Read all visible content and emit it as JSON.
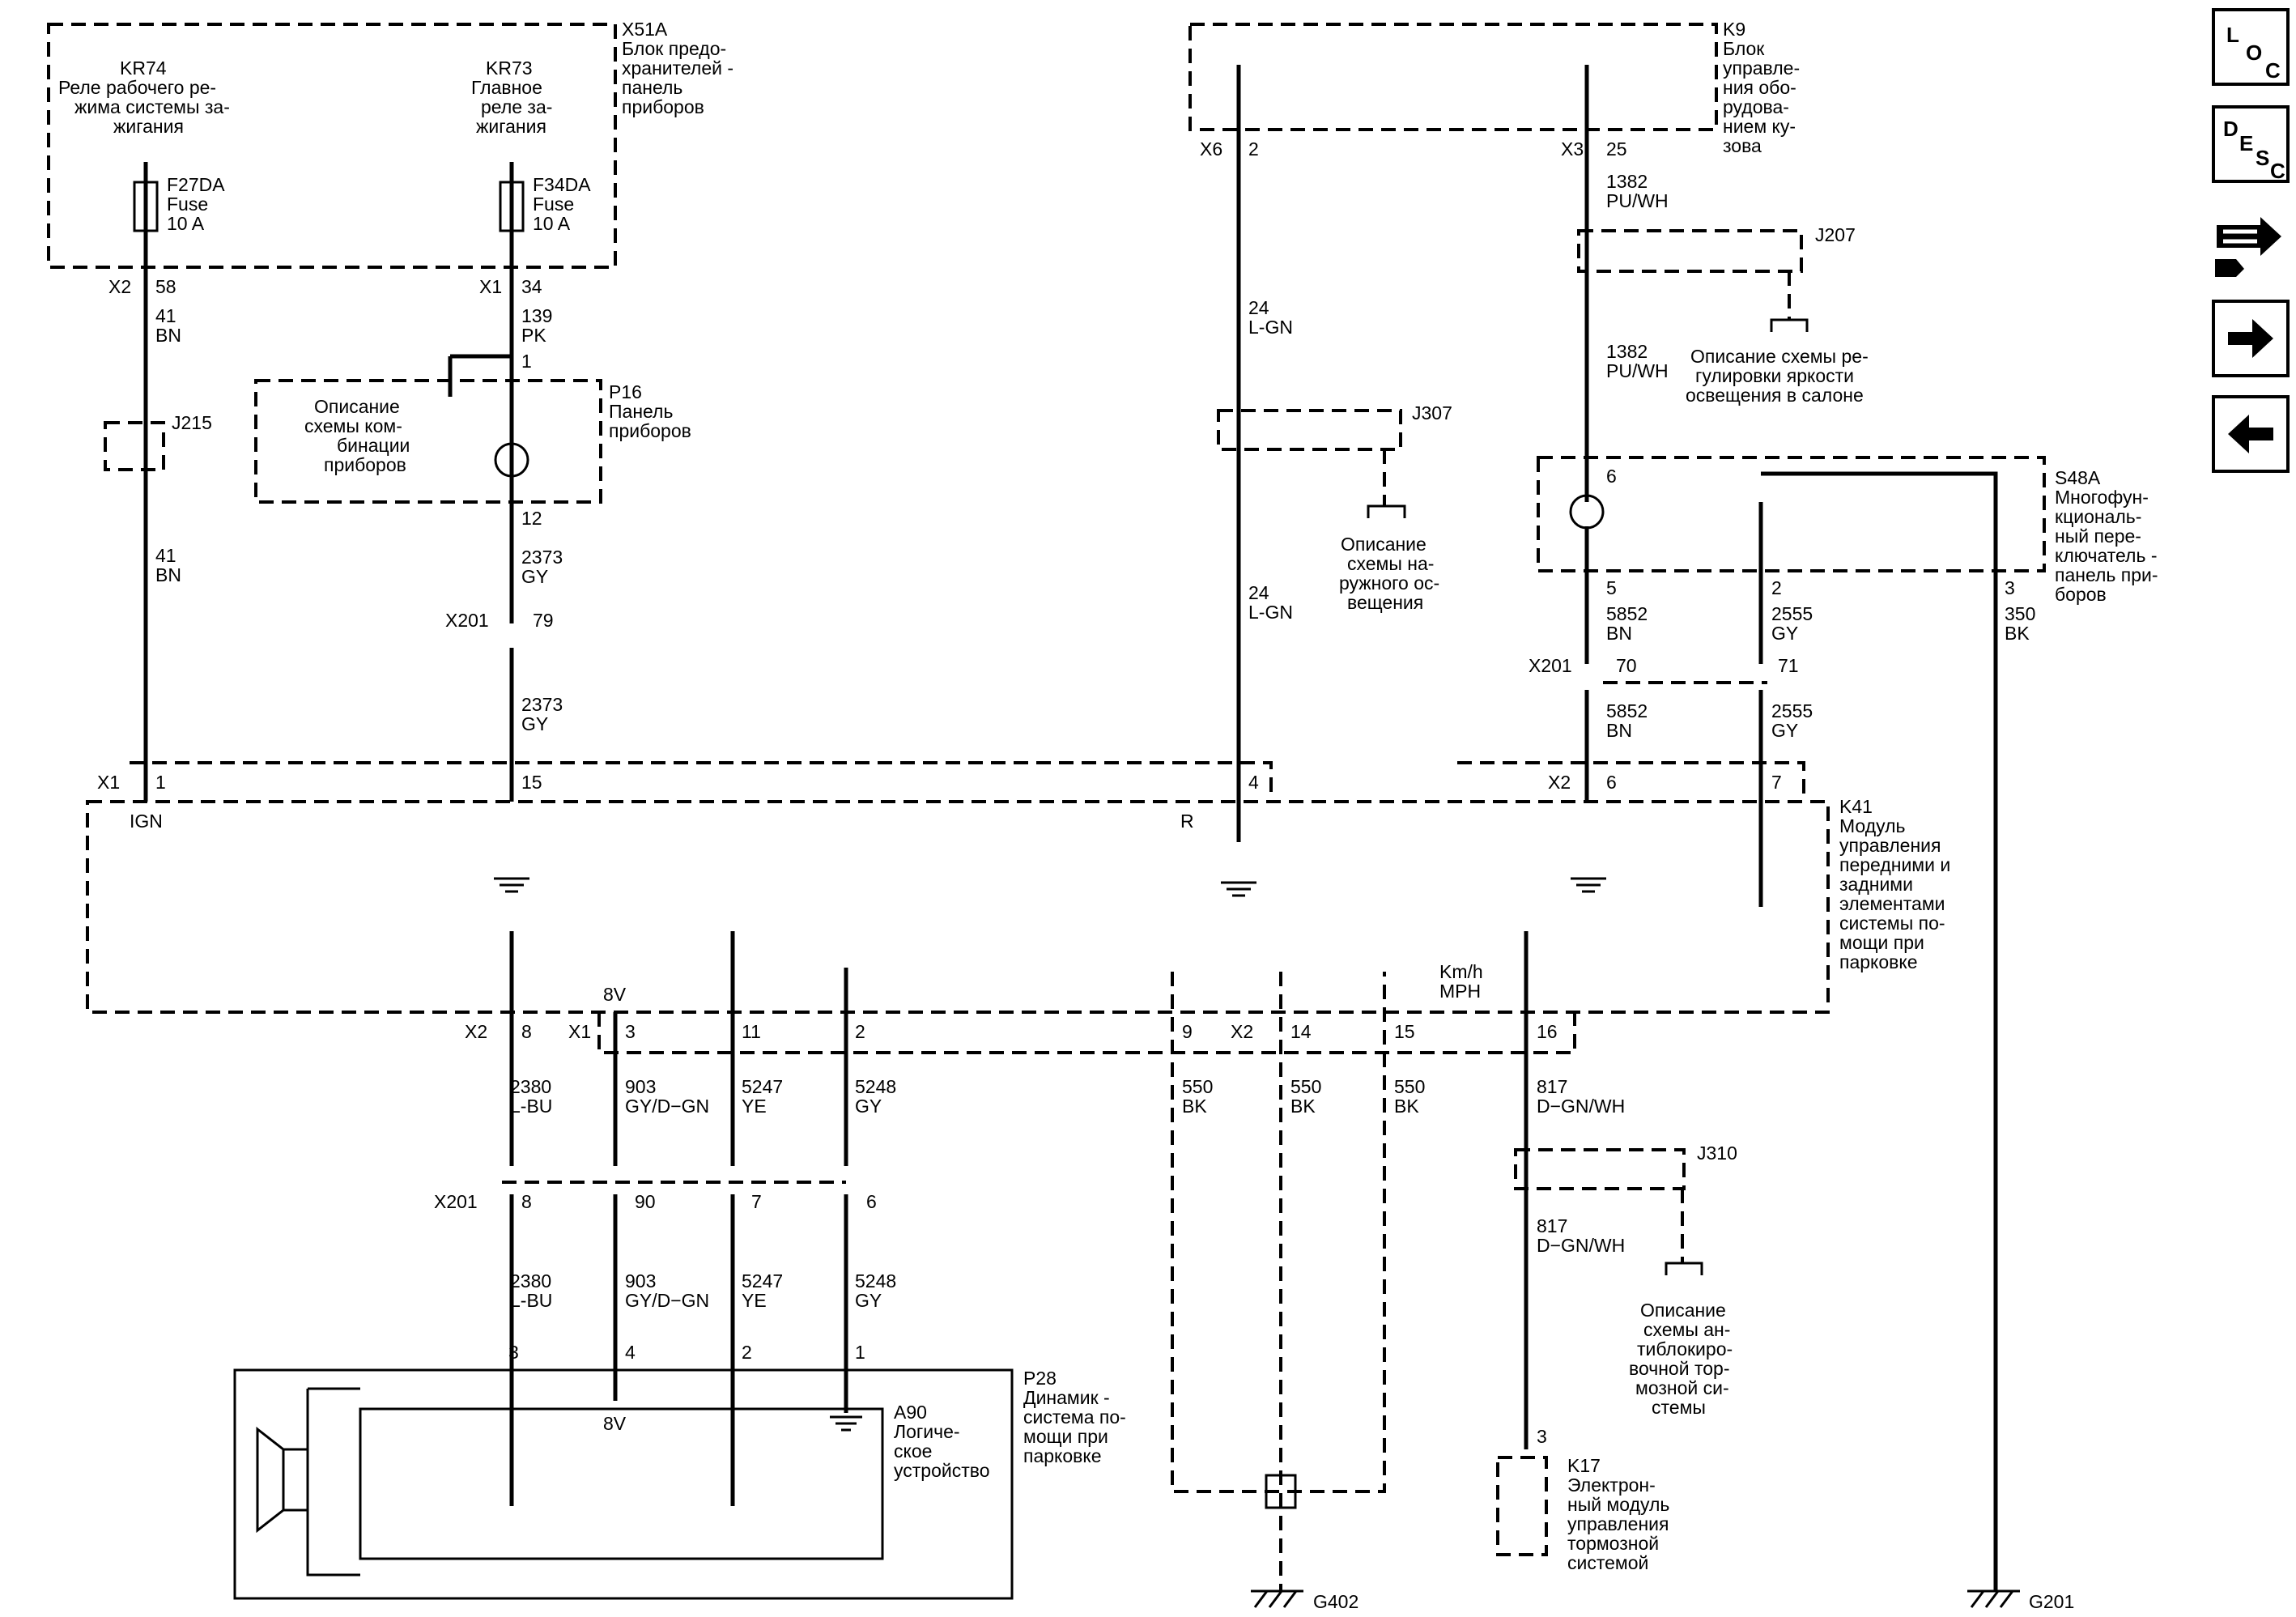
{
  "nav": {
    "loc": [
      "L",
      "O",
      "C"
    ],
    "desc": [
      "D",
      "E",
      "S",
      "C"
    ],
    "tool_icon": "connector-wrench-icon",
    "forward_icon": "arrow-right-icon",
    "back_icon": "arrow-left-icon"
  },
  "blocks": {
    "x51a": {
      "id": "X51A",
      "lines": [
        "Блок предо-",
        "хранителей -",
        "панель",
        "приборов"
      ]
    },
    "kr74": {
      "id": "KR74",
      "lines": [
        "Реле рабочего ре-",
        "жима системы за-",
        "жигания"
      ]
    },
    "kr73": {
      "id": "KR73",
      "lines": [
        "Главное",
        "реле за-",
        "жигания"
      ]
    },
    "f27": {
      "lines": [
        "F27DA",
        "Fuse",
        "10 A"
      ]
    },
    "f34": {
      "lines": [
        "F34DA",
        "Fuse",
        "10 A"
      ]
    },
    "k9": {
      "id": "K9",
      "lines": [
        "Блок",
        "управле-",
        "ния обо-",
        "рудова-",
        "нием ку-",
        "зова"
      ]
    },
    "p16": {
      "id": "P16",
      "lines": [
        "Панель",
        "приборов"
      ]
    },
    "p16_ref": {
      "lines": [
        "Описание",
        "схемы ком-",
        "бинации",
        "приборов"
      ]
    },
    "j207_ref": {
      "lines": [
        "Описание схемы ре-",
        "гулировки яркости",
        "освещения в салоне"
      ]
    },
    "j307_ref": {
      "lines": [
        "Описание",
        "схемы на-",
        "ружного ос-",
        "вещения"
      ]
    },
    "s48a": {
      "id": "S48A",
      "lines": [
        "Многофун-",
        "кциональ-",
        "ный пере-",
        "ключатель -",
        "панель при-",
        "боров"
      ]
    },
    "k41": {
      "id": "K41",
      "lines": [
        "Модуль",
        "управления",
        "передними и",
        "задними",
        "элементами",
        "системы по-",
        "мощи при",
        "парковке"
      ]
    },
    "j310_ref": {
      "lines": [
        "Описание",
        "схемы ан-",
        "тиблокиро-",
        "вочной тор-",
        "мозной си-",
        "стемы"
      ]
    },
    "p28": {
      "id": "P28",
      "lines": [
        "Динамик -",
        "система по-",
        "мощи при",
        "парковке"
      ]
    },
    "a90": {
      "id": "A90",
      "lines": [
        "Логиче-",
        "ское",
        "устройство"
      ]
    },
    "k17": {
      "id": "K17",
      "lines": [
        "Электрон-",
        "ный модуль",
        "управления",
        "тормозной",
        "системой"
      ]
    }
  },
  "splices": {
    "j215": "J215",
    "j207": "J207",
    "j307": "J307",
    "j310": "J310"
  },
  "grounds": {
    "g402": "G402",
    "g201": "G201"
  },
  "connectors": {
    "x2": "X2",
    "x1": "X1",
    "x6": "X6",
    "x3": "X3",
    "x201": "X201",
    "pins": {
      "x2_58": "58",
      "x1_34": "34",
      "x6_2": "2",
      "x3_25": "25",
      "p16_1": "1",
      "p16_12": "12",
      "x201_79": "79",
      "s48_6": "6",
      "s48_5": "5",
      "s48_2": "2",
      "s48_3": "3",
      "x201_70": "70",
      "x201_71": "71",
      "k41_1": "1",
      "k41_15": "15",
      "k41_4": "4",
      "k41_6": "6",
      "k41_7": "7",
      "k41_8": "8",
      "k41_3": "3",
      "k41_11": "11",
      "k41_2": "2",
      "k41_9": "9",
      "k41_14": "14",
      "k41_15b": "15",
      "k41_16": "16",
      "x201_8": "8",
      "x201_90": "90",
      "x201_7": "7",
      "x201_6": "6",
      "p28_3": "3",
      "p28_4": "4",
      "p28_2": "2",
      "p28_1": "1",
      "k17_3": "3"
    }
  },
  "wires": {
    "w41": {
      "n": "41",
      "c": "BN"
    },
    "w139": {
      "n": "139",
      "c": "PK"
    },
    "w2373": {
      "n": "2373",
      "c": "GY"
    },
    "w24": {
      "n": "24",
      "c": "L-GN"
    },
    "w1382": {
      "n": "1382",
      "c": "PU/WH"
    },
    "w5852": {
      "n": "5852",
      "c": "BN"
    },
    "w2555": {
      "n": "2555",
      "c": "GY"
    },
    "w350": {
      "n": "350",
      "c": "BK"
    },
    "w2380": {
      "n": "2380",
      "c": "L-BU"
    },
    "w903": {
      "n": "903",
      "c": "GY/D−GN"
    },
    "w5247": {
      "n": "5247",
      "c": "YE"
    },
    "w5248": {
      "n": "5248",
      "c": "GY"
    },
    "w550": {
      "n": "550",
      "c": "BK"
    },
    "w817": {
      "n": "817",
      "c": "D−GN/WH"
    }
  },
  "signals": {
    "ign": "IGN",
    "r": "R",
    "v8": "8V",
    "kmh": "Km/h",
    "mph": "MPH"
  }
}
